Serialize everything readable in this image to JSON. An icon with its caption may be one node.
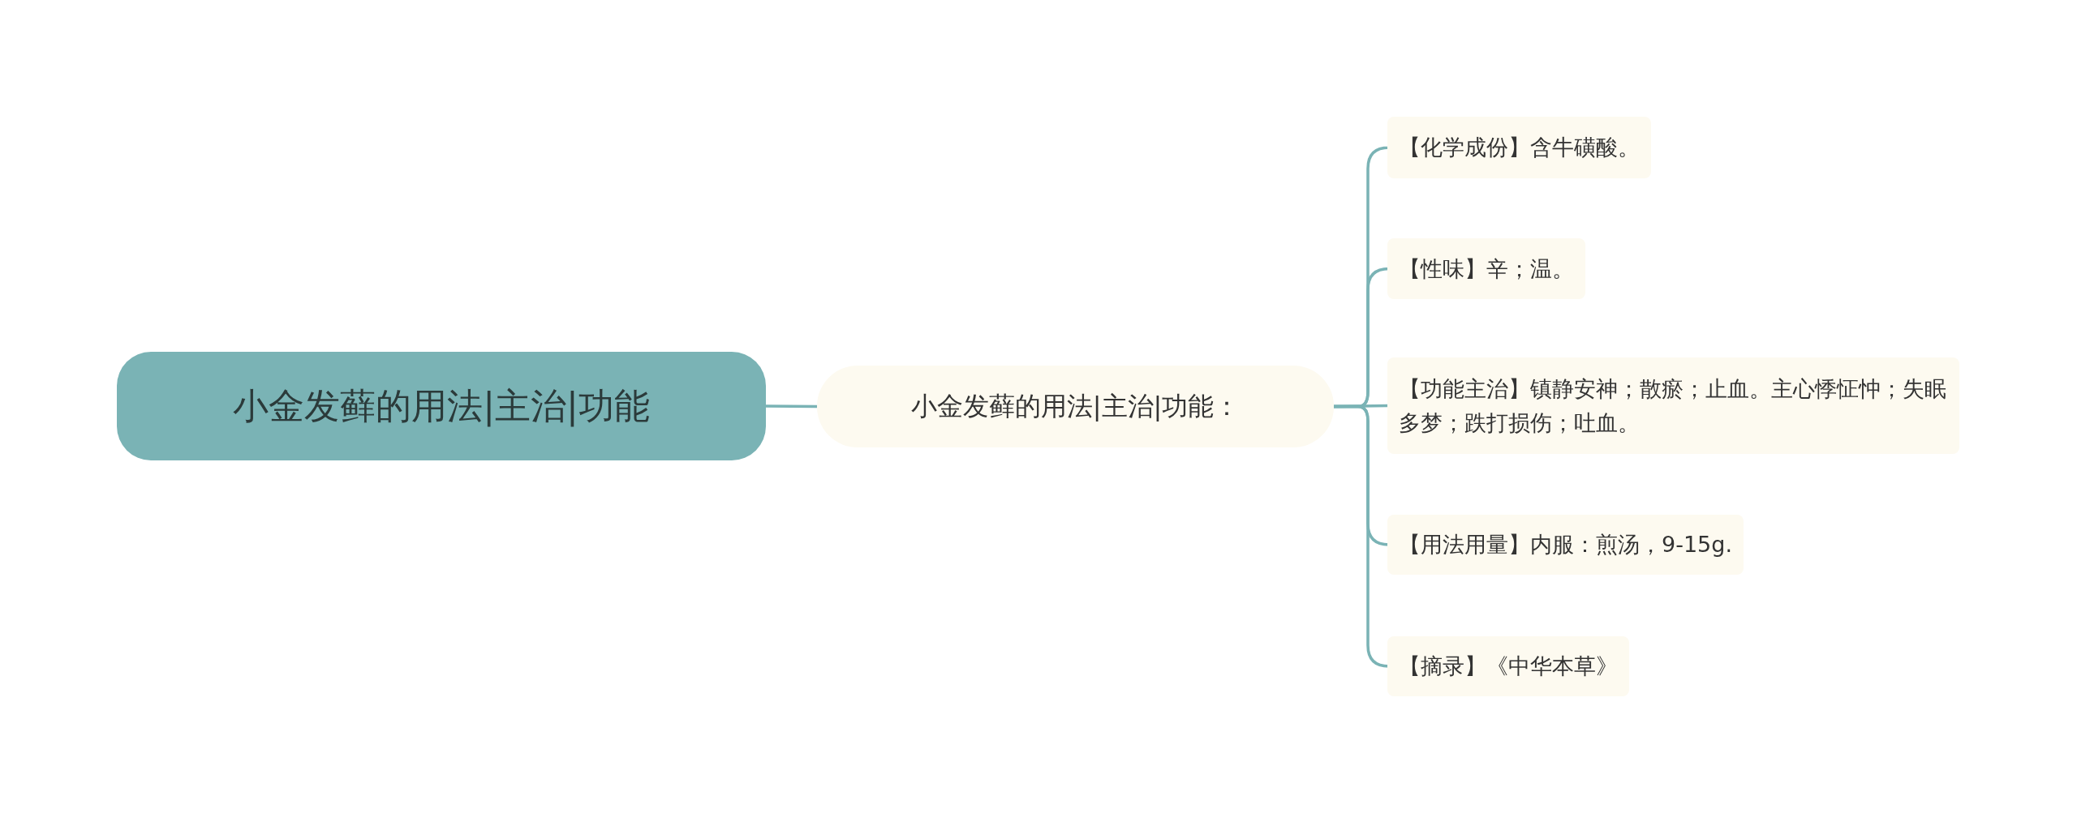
{
  "diagram": {
    "nodes": [
      {
        "text": [
          "小金发藓的用法|主治|功能"
        ]
      },
      {
        "text": [
          "小金发藓的用法|主治|功能："
        ]
      },
      {
        "text": [
          "【化学成份】含牛磺酸。"
        ]
      },
      {
        "text": [
          "【性味】辛；温。"
        ]
      },
      {
        "text": [
          "【功能主治】镇静安神；散瘀；止血。主心悸怔忡；失眠多梦；跌打损伤；吐血。"
        ]
      },
      {
        "text": [
          "【用法用量】内服：煎汤，9-15g."
        ]
      },
      {
        "text": [
          "【摘录】《中华本草》"
        ]
      }
    ],
    "edges": [
      {
        "from": 0,
        "to": 1,
        "arrow": "none"
      },
      {
        "from": 1,
        "to": 2,
        "arrow": "none"
      },
      {
        "from": 1,
        "to": 3,
        "arrow": "none"
      },
      {
        "from": 1,
        "to": 4,
        "arrow": "none"
      },
      {
        "from": 1,
        "to": 5,
        "arrow": "none"
      },
      {
        "from": 1,
        "to": 6,
        "arrow": "none"
      }
    ]
  }
}
